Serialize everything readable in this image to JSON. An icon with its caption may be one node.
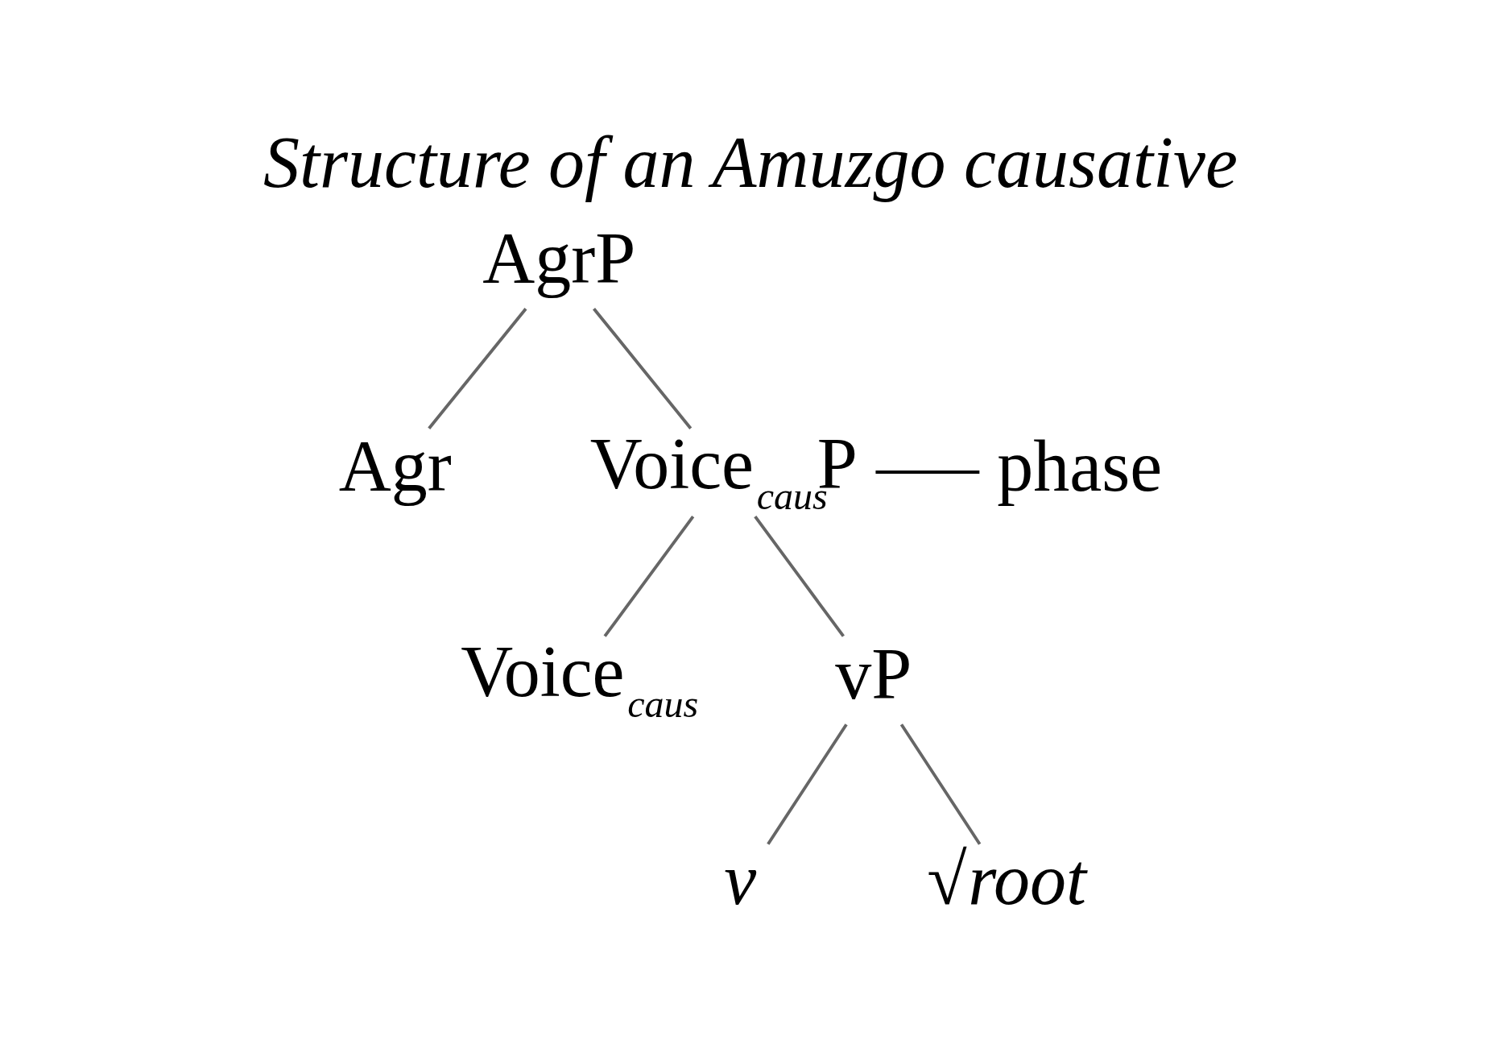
{
  "diagram": {
    "title": "Structure of an Amuzgo causative",
    "nodes": [
      {
        "text": [
          "AgrP"
        ]
      },
      {
        "text": [
          "Agr"
        ]
      },
      {
        "text": [
          "Voice$_{caus}$P"
        ]
      },
      {
        "text": [
          "Voice$_{caus}$"
        ]
      },
      {
        "text": [
          "vP"
        ]
      },
      {
        "text": [
          "v"
        ]
      },
      {
        "text": [
          "√*root*"
        ]
      },
      {
        "text": [
          "phase"
        ]
      }
    ],
    "edges": [
      {
        "from": 0,
        "to": 1,
        "arrow": "none"
      },
      {
        "from": 0,
        "to": 2,
        "arrow": "none"
      },
      {
        "from": 2,
        "to": 3,
        "arrow": "none"
      },
      {
        "from": 2,
        "to": 4,
        "arrow": "none"
      },
      {
        "from": 4,
        "to": 5,
        "arrow": "none"
      },
      {
        "from": 4,
        "to": 6,
        "arrow": "none"
      },
      {
        "from": 7,
        "to": 2,
        "arrow": "none",
        "color": "#000000"
      }
    ]
  }
}
